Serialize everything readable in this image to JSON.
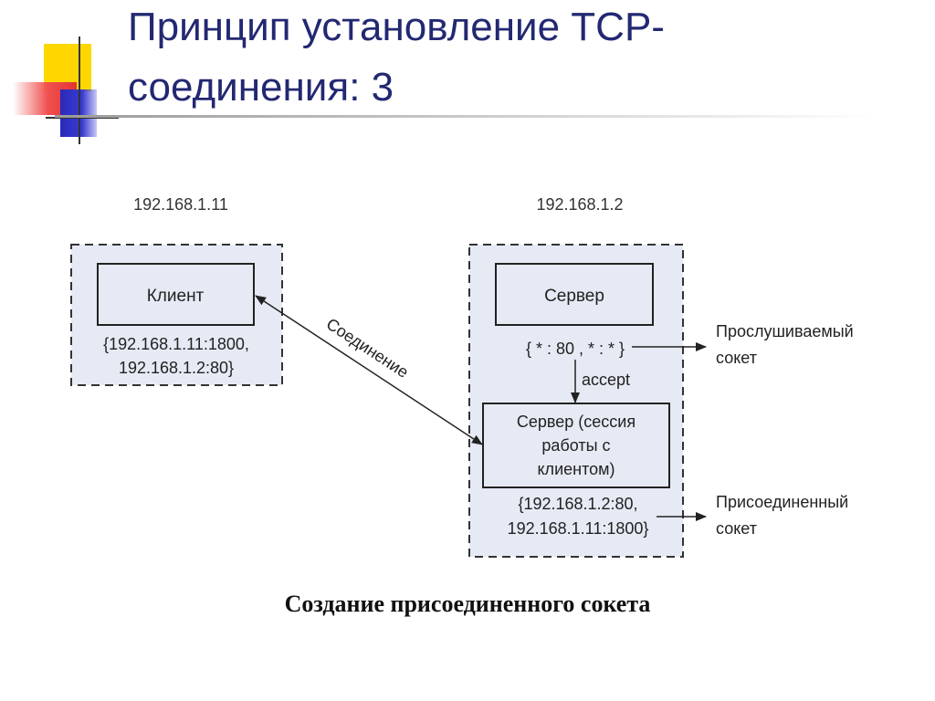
{
  "title": {
    "line1": "Принцип установление TCP-",
    "line2": "соединения: 3"
  },
  "diagram": {
    "client_ip": "192.168.1.11",
    "server_ip": "192.168.1.2",
    "client_label": "Клиент",
    "client_addr_line1": "{192.168.1.11:1800,",
    "client_addr_line2": "192.168.1.2:80}",
    "server_label": "Сервер",
    "listen_addr": "{ * : 80 , * : * }",
    "accept_label": "accept",
    "session_line1": "Сервер (сессия",
    "session_line2": "работы с",
    "session_line3": "клиентом)",
    "session_addr_line1": "{192.168.1.2:80,",
    "session_addr_line2": "192.168.1.11:1800}",
    "connection_label": "Соединение",
    "listening_socket_line1": "Прослушиваемый",
    "listening_socket_line2": "сокет",
    "connected_socket_line1": "Присоединенный",
    "connected_socket_line2": "сокет",
    "colors": {
      "host_fill": "#e6eaf4",
      "box_fill": "#e6eaf4",
      "line": "#222222"
    }
  },
  "caption": "Создание присоединенного сокета"
}
